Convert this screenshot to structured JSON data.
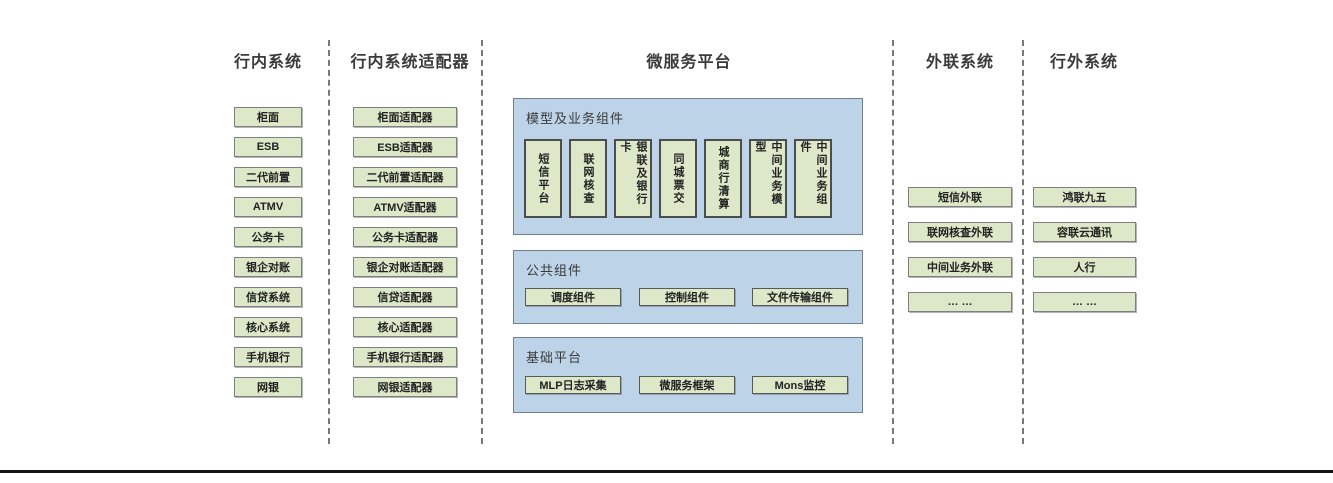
{
  "colors": {
    "box_green": "#dce8c8",
    "panel_blue": "#bdd3e8",
    "separator_gray": "#787878",
    "bottom_line_black": "#141414"
  },
  "columns": {
    "inbank": {
      "header": "行内系统",
      "items": [
        "柜面",
        "ESB",
        "二代前置",
        "ATMV",
        "公务卡",
        "银企对账",
        "信贷系统",
        "核心系统",
        "手机银行",
        "网银"
      ]
    },
    "adapters": {
      "header": "行内系统适配器",
      "items": [
        "柜面适配器",
        "ESB适配器",
        "二代前置适配器",
        "ATMV适配器",
        "公务卡适配器",
        "银企对账适配器",
        "信贷适配器",
        "核心适配器",
        "手机银行适配器",
        "网银适配器"
      ]
    },
    "platform": {
      "header": "微服务平台",
      "sections": [
        {
          "label": "模型及业务组件",
          "items": [
            "短信平台",
            "联网核查",
            "银联及银行卡",
            "同城票交",
            "城商行清算",
            "中间业务模型",
            "中间业务组件"
          ]
        },
        {
          "label": "公共组件",
          "items": [
            "调度组件",
            "控制组件",
            "文件传输组件"
          ]
        },
        {
          "label": "基础平台",
          "items": [
            "MLP日志采集",
            "微服务框架",
            "Mons监控"
          ]
        }
      ]
    },
    "outreach": {
      "header": "外联系统",
      "items": [
        "短信外联",
        "联网核查外联",
        "中间业务外联",
        "… …"
      ]
    },
    "external": {
      "header": "行外系统",
      "items": [
        "鸿联九五",
        "容联云通讯",
        "人行",
        "… …"
      ]
    }
  }
}
